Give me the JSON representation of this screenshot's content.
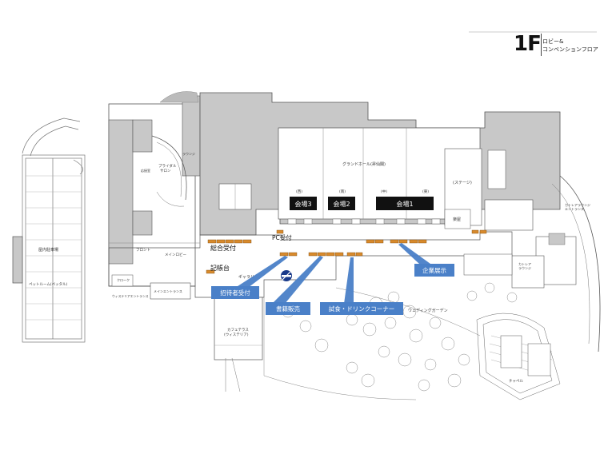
{
  "floor": {
    "number": "1F",
    "subtitle": "ロビー&\nコンベンションフロア"
  },
  "halls": [
    {
      "id": "hall3",
      "label": "会場3"
    },
    {
      "id": "hall2",
      "label": "会場2"
    },
    {
      "id": "hall1",
      "label": "会場1"
    }
  ],
  "hall_section_labels": [
    "(西)",
    "(南)",
    "(中)",
    "(東)"
  ],
  "rooms": {
    "grand_hall": "グランドホール(昇仙閣)",
    "stage": "(ステージ)",
    "waiting_room": "楽屋",
    "lounge": "ラウンジ",
    "bridal_salon": "ブライダル\nサロン",
    "reception_room": "応接室",
    "front": "フロント",
    "main_lobby": "メインロビー",
    "cloak": "クローク",
    "main_entrance": "メインエントランス",
    "west_entrance": "ウィステリアエントランス",
    "cafe_terrace": "カフェテラス\n(ウィステリア)",
    "gallery": "ギャラリ",
    "wedding_garden": "ウェディングガーデン",
    "parking": "屋内駐車場",
    "pet_room": "ペットルーム(ペッタル)",
    "cattleya_lounge": "カトレア\nラウンジ",
    "cattleya_entrance": "カトレアラウンジ\nエントランス",
    "chapel": "チャペル"
  },
  "callouts": {
    "general_reception": "総合受付",
    "pc_reception": "PC受付",
    "registration": "記帳台",
    "invited_reception": "招待者受付",
    "book_sales": "書籍販売",
    "tasting_corner": "試食・ドリンクコーナー",
    "exhibition": "企業展示"
  },
  "colors": {
    "building_fill": "#c8c8c8",
    "building_stroke": "#555555",
    "hall_label_bg": "#111111",
    "callout_blue": "#4a80c8",
    "booth_orange": "#d88a2c",
    "lines": "#666666"
  },
  "icons": {
    "no_smoking": "no-smoking-icon"
  }
}
